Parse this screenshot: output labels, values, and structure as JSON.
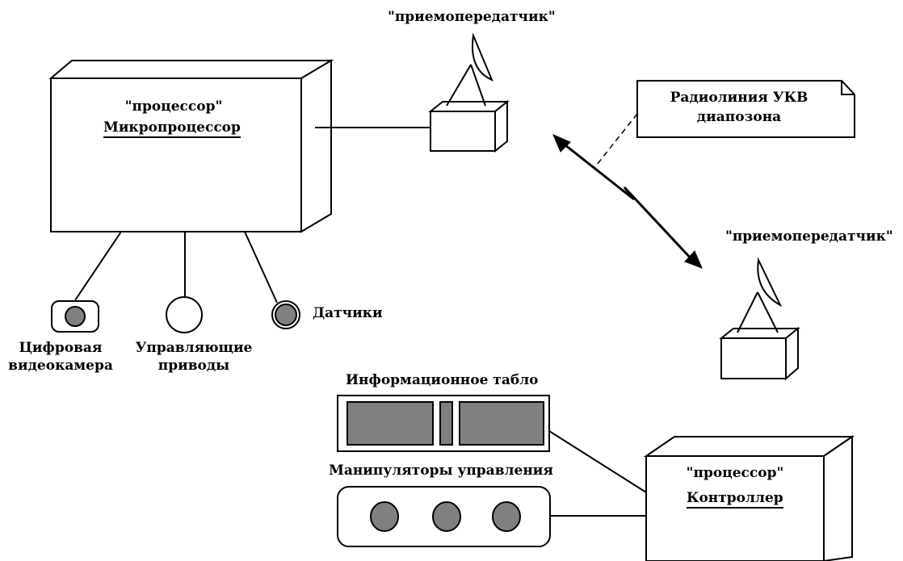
{
  "nodes": {
    "microprocessor": {
      "stereotype": "\"процессор\"",
      "name": "Микропроцессор"
    },
    "controller": {
      "stereotype": "\"процессор\"",
      "name": "Контроллер"
    },
    "transceiver_top": {
      "stereotype": "\"приемопередатчик\""
    },
    "transceiver_bottom": {
      "stereotype": "\"приемопередатчик\""
    }
  },
  "note": {
    "line1": "Радиолиния УКВ",
    "line2": "диапозона"
  },
  "devices": {
    "camera": {
      "line1": "Цифровая",
      "line2": "видеокамера"
    },
    "actuators": {
      "line1": "Управляющие",
      "line2": "приводы"
    },
    "sensors": {
      "label": "Датчики"
    },
    "display": {
      "label": "Информационное табло"
    },
    "manipulators": {
      "label": "Манипуляторы управления"
    }
  },
  "colors": {
    "line": "#000000",
    "fill": "#808080",
    "background": "#ffffff"
  }
}
